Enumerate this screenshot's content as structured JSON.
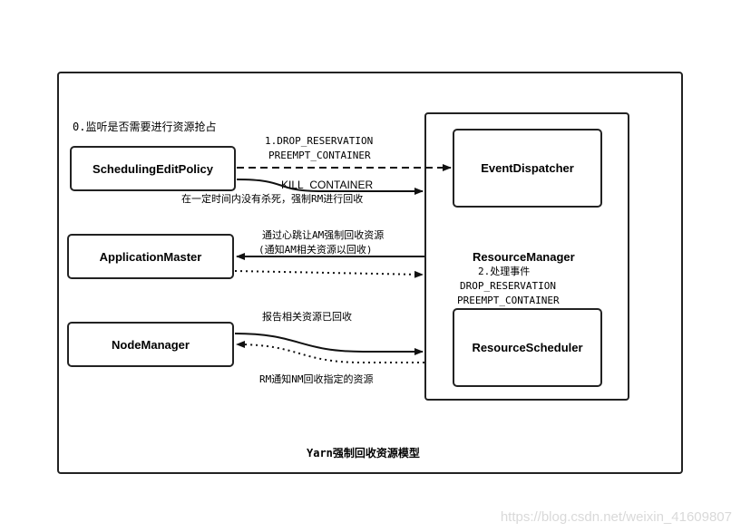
{
  "step0": "0.监听是否需要进行资源抢占",
  "boxes": {
    "scheduling_edit_policy": "SchedulingEditPolicy",
    "application_master": "ApplicationMaster",
    "node_manager": "NodeManager",
    "event_dispatcher": "EventDispatcher",
    "resource_manager": "ResourceManager",
    "resource_scheduler": "ResourceScheduler"
  },
  "edge_labels": {
    "step1_line1": "1.DROP_RESERVATION",
    "step1_line2": "PREEMPT_CONTAINER",
    "kill_container": "KILL_CONTAINER",
    "kill_note": "在一定时间内没有杀死，强制RM进行回收",
    "heartbeat_line1": "通过心跳让AM强制回收资源",
    "heartbeat_line2": "(通知AM相关资源以回收)",
    "report": "报告相关资源已回收",
    "rm_notify_nm": "RM通知NM回收指定的资源"
  },
  "rm_labels": {
    "step2": "2.处理事件",
    "drop": "DROP_RESERVATION",
    "preempt": "PREEMPT_CONTAINER"
  },
  "caption": "Yarn强制回收资源模型",
  "watermark": "https://blog.csdn.net/weixin_41609807"
}
